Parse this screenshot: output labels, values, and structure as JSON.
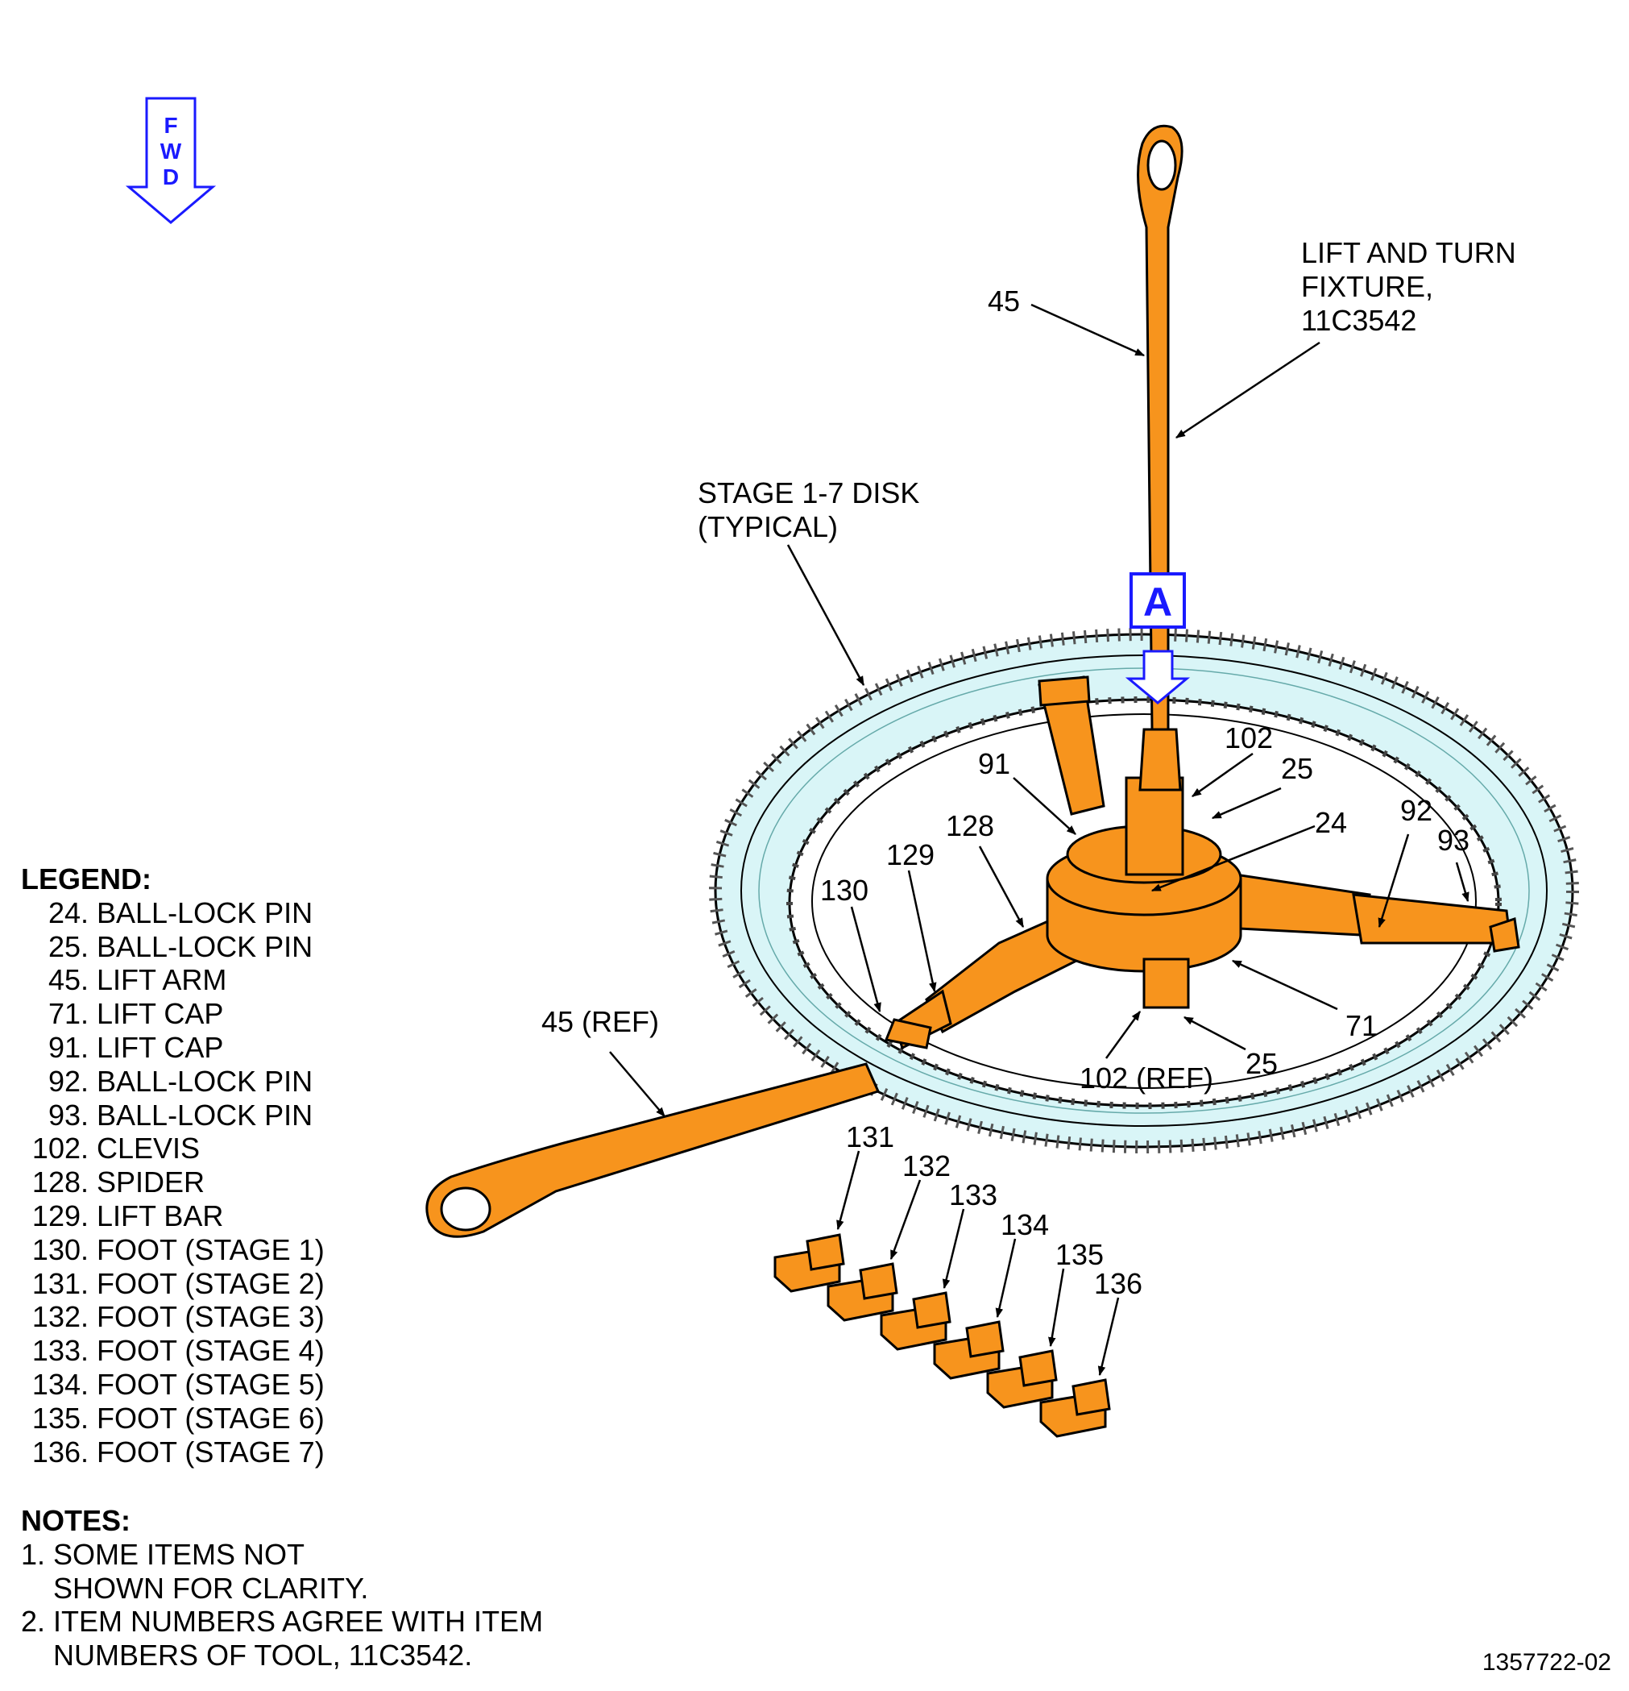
{
  "fwd_arrow": {
    "letters": [
      "F",
      "W",
      "D"
    ]
  },
  "view_label": "A",
  "callouts": {
    "lift_and_turn": [
      "LIFT AND TURN",
      "FIXTURE,",
      "11C3542"
    ],
    "stage_disk": [
      "STAGE 1-7 DISK",
      "(TYPICAL)"
    ],
    "c45": "45",
    "c45_ref": "45 (REF)",
    "c91": "91",
    "c102": "102",
    "c25a": "25",
    "c24": "24",
    "c92": "92",
    "c93": "93",
    "c128": "128",
    "c129": "129",
    "c130": "130",
    "c71": "71",
    "c25b": "25",
    "c102_ref": "102 (REF)",
    "c131": "131",
    "c132": "132",
    "c133": "133",
    "c134": "134",
    "c135": "135",
    "c136": "136"
  },
  "legend": {
    "title": "LEGEND:",
    "items": [
      {
        "num": "24.",
        "label": "BALL-LOCK PIN"
      },
      {
        "num": "25.",
        "label": "BALL-LOCK PIN"
      },
      {
        "num": "45.",
        "label": "LIFT ARM"
      },
      {
        "num": "71.",
        "label": "LIFT CAP"
      },
      {
        "num": "91.",
        "label": "LIFT CAP"
      },
      {
        "num": "92.",
        "label": "BALL-LOCK PIN"
      },
      {
        "num": "93.",
        "label": "BALL-LOCK PIN"
      },
      {
        "num": "102.",
        "label": "CLEVIS"
      },
      {
        "num": "128.",
        "label": "SPIDER"
      },
      {
        "num": "129.",
        "label": "LIFT BAR"
      },
      {
        "num": "130.",
        "label": "FOOT (STAGE 1)"
      },
      {
        "num": "131.",
        "label": "FOOT (STAGE 2)"
      },
      {
        "num": "132.",
        "label": "FOOT (STAGE 3)"
      },
      {
        "num": "133.",
        "label": "FOOT (STAGE 4)"
      },
      {
        "num": "134.",
        "label": "FOOT (STAGE 5)"
      },
      {
        "num": "135.",
        "label": "FOOT (STAGE 6)"
      },
      {
        "num": "136.",
        "label": "FOOT (STAGE 7)"
      }
    ]
  },
  "notes": {
    "title": "NOTES:",
    "lines": [
      "1. SOME ITEMS NOT",
      "    SHOWN FOR CLARITY.",
      "2. ITEM NUMBERS AGREE WITH ITEM",
      "    NUMBERS OF TOOL, 11C3542."
    ]
  },
  "figure_number": "1357722-02",
  "colors": {
    "fixture_orange": "#f7941d",
    "disk_cyan": "#d9f5f7",
    "callout_blue": "#1a1aff",
    "line": "#000000"
  }
}
